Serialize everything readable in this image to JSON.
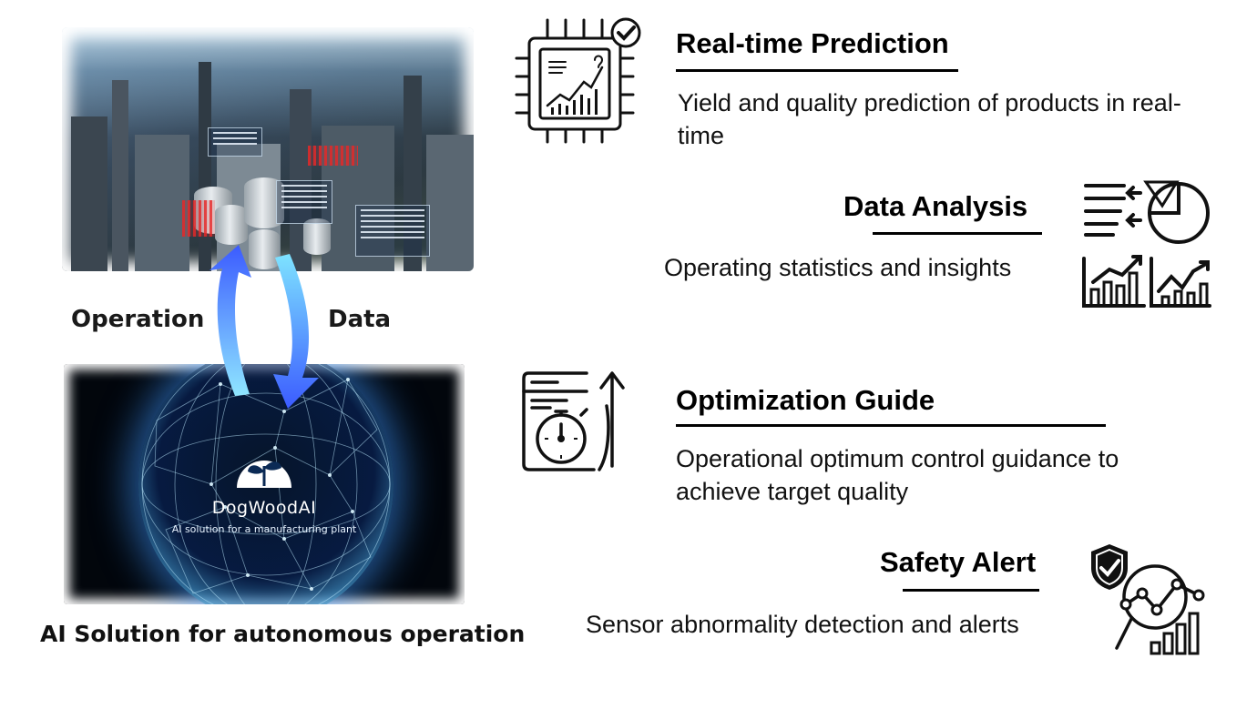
{
  "left": {
    "arrow_left_label": "Operation",
    "arrow_right_label": "Data",
    "caption": "AI Solution for autonomous operation",
    "brand": {
      "name": "DogWoodAI",
      "tagline": "AI solution for a manufacturing plant"
    }
  },
  "features": [
    {
      "title": "Real-time Prediction",
      "description": "Yield and quality prediction of products in real-time",
      "icon": "chip-chart-check-icon"
    },
    {
      "title": "Data Analysis",
      "description": "Operating statistics and insights",
      "icon": "analytics-charts-icon"
    },
    {
      "title": "Optimization Guide",
      "description": "Operational optimum control guidance to achieve target quality",
      "icon": "stopwatch-window-arrow-icon"
    },
    {
      "title": "Safety Alert",
      "description": "Sensor abnormality detection and alerts",
      "icon": "shield-magnifier-chart-icon"
    }
  ],
  "colors": {
    "arrow_blue": "#3b5bff",
    "arrow_cyan": "#6fdcff",
    "text": "#111111"
  }
}
